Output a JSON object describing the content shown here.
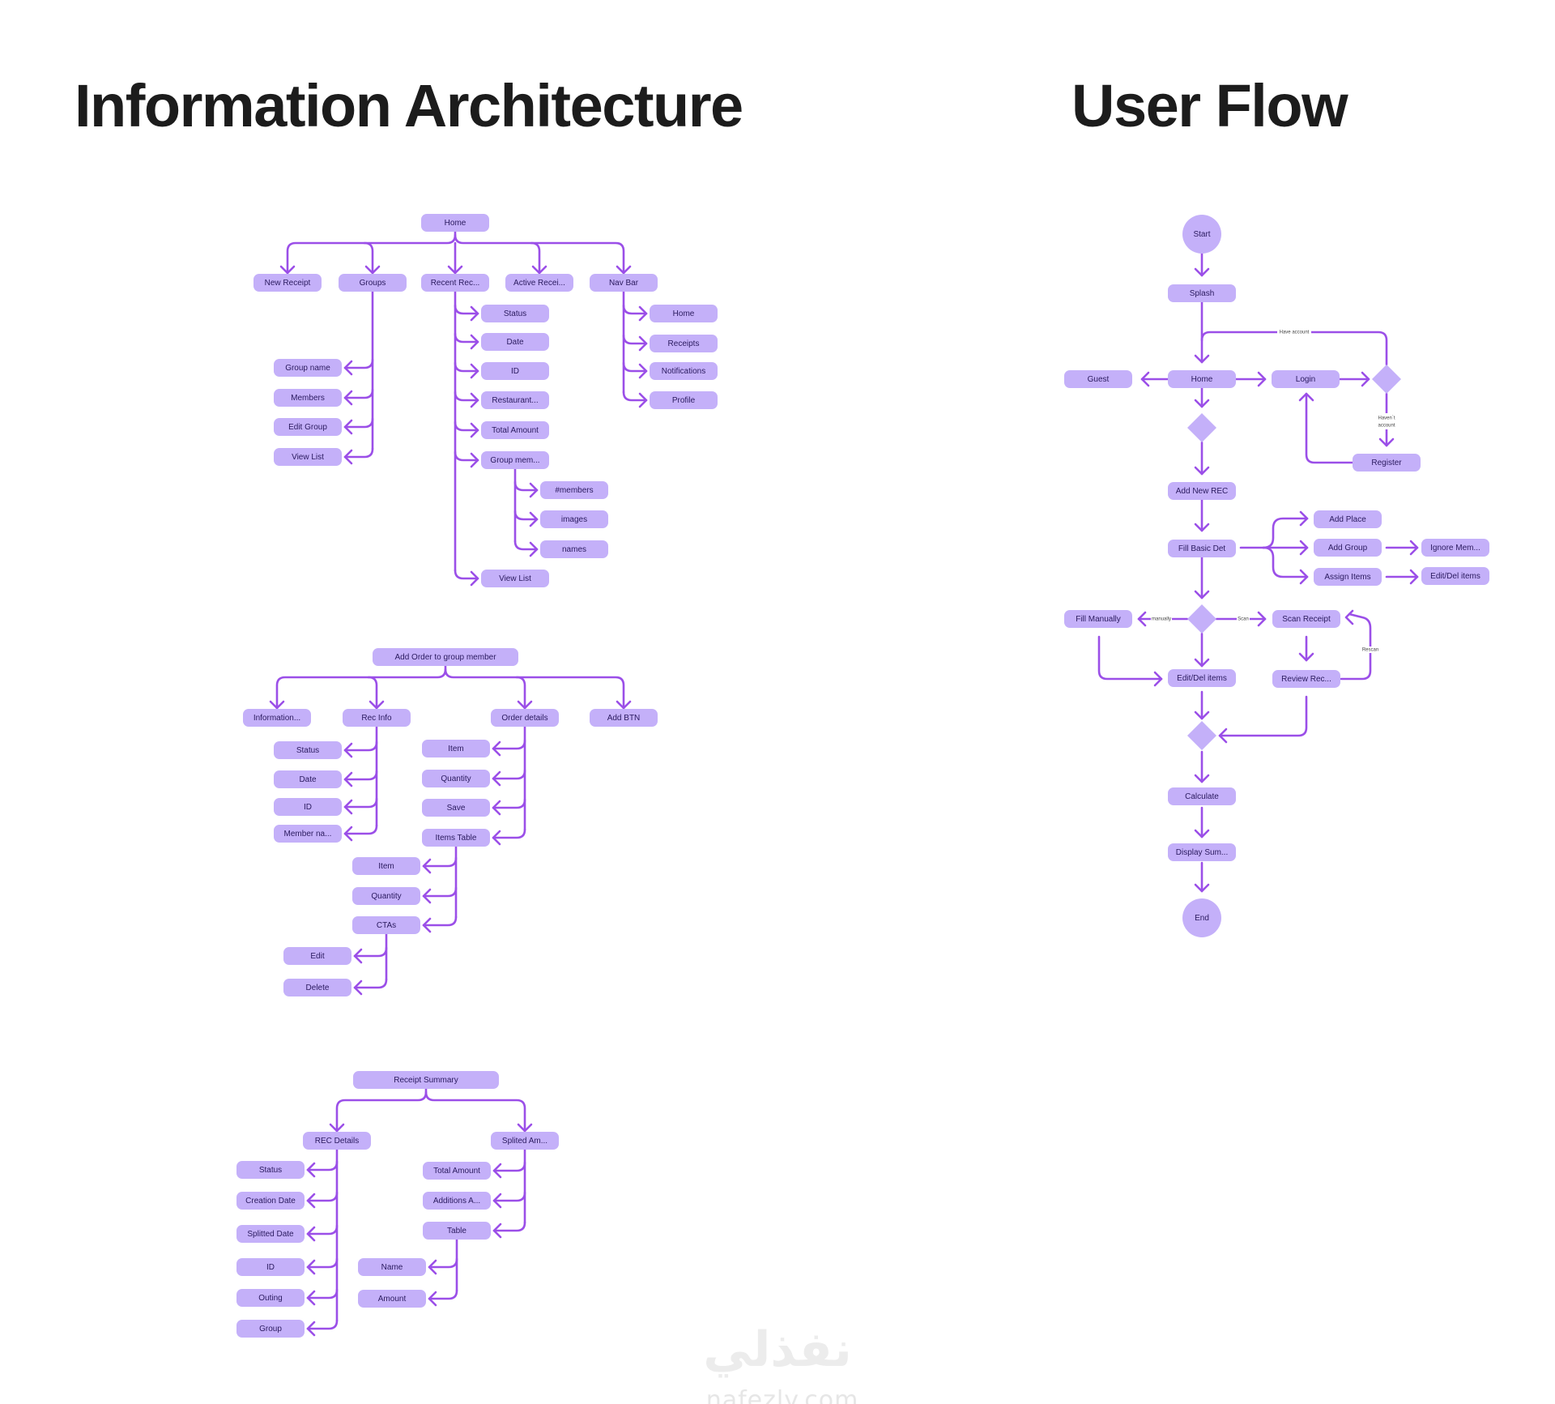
{
  "headings": {
    "ia": "Information Architecture",
    "flow": "User Flow"
  },
  "watermark": {
    "arabic": "نفذلي",
    "latin": "nafezly.com"
  },
  "colors": {
    "node_fill": "#c4b0f9",
    "edge": "#9b4fe8",
    "heading": "#1c1c1c"
  },
  "ia_home": {
    "root": "Home",
    "children": [
      "New Receipt",
      "Groups",
      "Recent Rec...",
      "Active Recei...",
      "Nav Bar"
    ],
    "groups": [
      "Group name",
      "Members",
      "Edit Group",
      "View List"
    ],
    "recent": [
      "Status",
      "Date",
      "ID",
      "Restaurant...",
      "Total Amount",
      "Group mem...",
      "View List"
    ],
    "group_members": [
      "#members",
      "images",
      "names"
    ],
    "nav_bar": [
      "Home",
      "Receipts",
      "Notifications",
      "Profile"
    ]
  },
  "ia_order": {
    "root": "Add Order to group member",
    "children": [
      "Information...",
      "Rec Info",
      "Order details",
      "Add BTN"
    ],
    "rec_info": [
      "Status",
      "Date",
      "ID",
      "Member na..."
    ],
    "order_details": [
      "Item",
      "Quantity",
      "Save",
      "Items Table"
    ],
    "items_table": [
      "Item",
      "Quantity",
      "CTAs"
    ],
    "ctas": [
      "Edit",
      "Delete"
    ]
  },
  "ia_summary": {
    "root": "Receipt Summary",
    "children": [
      "REC Details",
      "Splited Am..."
    ],
    "rec_details": [
      "Status",
      "Creation Date",
      "Splitted Date",
      "ID",
      "Outing",
      "Group"
    ],
    "splited": [
      "Total Amount",
      "Additions A...",
      "Table"
    ],
    "table": [
      "Name",
      "Amount"
    ]
  },
  "flow": {
    "start": "Start",
    "splash": "Splash",
    "home": "Home",
    "guest": "Guest",
    "login": "Login",
    "register": "Register",
    "add_new_rec": "Add New REC",
    "fill_basic": "Fill Basic Det",
    "add_place": "Add Place",
    "add_group": "Add Group",
    "assign_items": "Assign Items",
    "ignore_mem": "Ignore Mem...",
    "edit_del_right": "Edit/Del items",
    "fill_manually": "Fill Manually",
    "scan_receipt": "Scan Receipt",
    "edit_del": "Edit/Del items",
    "review": "Review Rec...",
    "calculate": "Calculate",
    "display_sum": "Display Sum...",
    "end": "End",
    "label_have_account": "Have account",
    "label_havent_1": "Haven`t",
    "label_havent_2": "account",
    "label_manually": "manually",
    "label_scan": "Scan",
    "label_rescan": "Rescan"
  }
}
